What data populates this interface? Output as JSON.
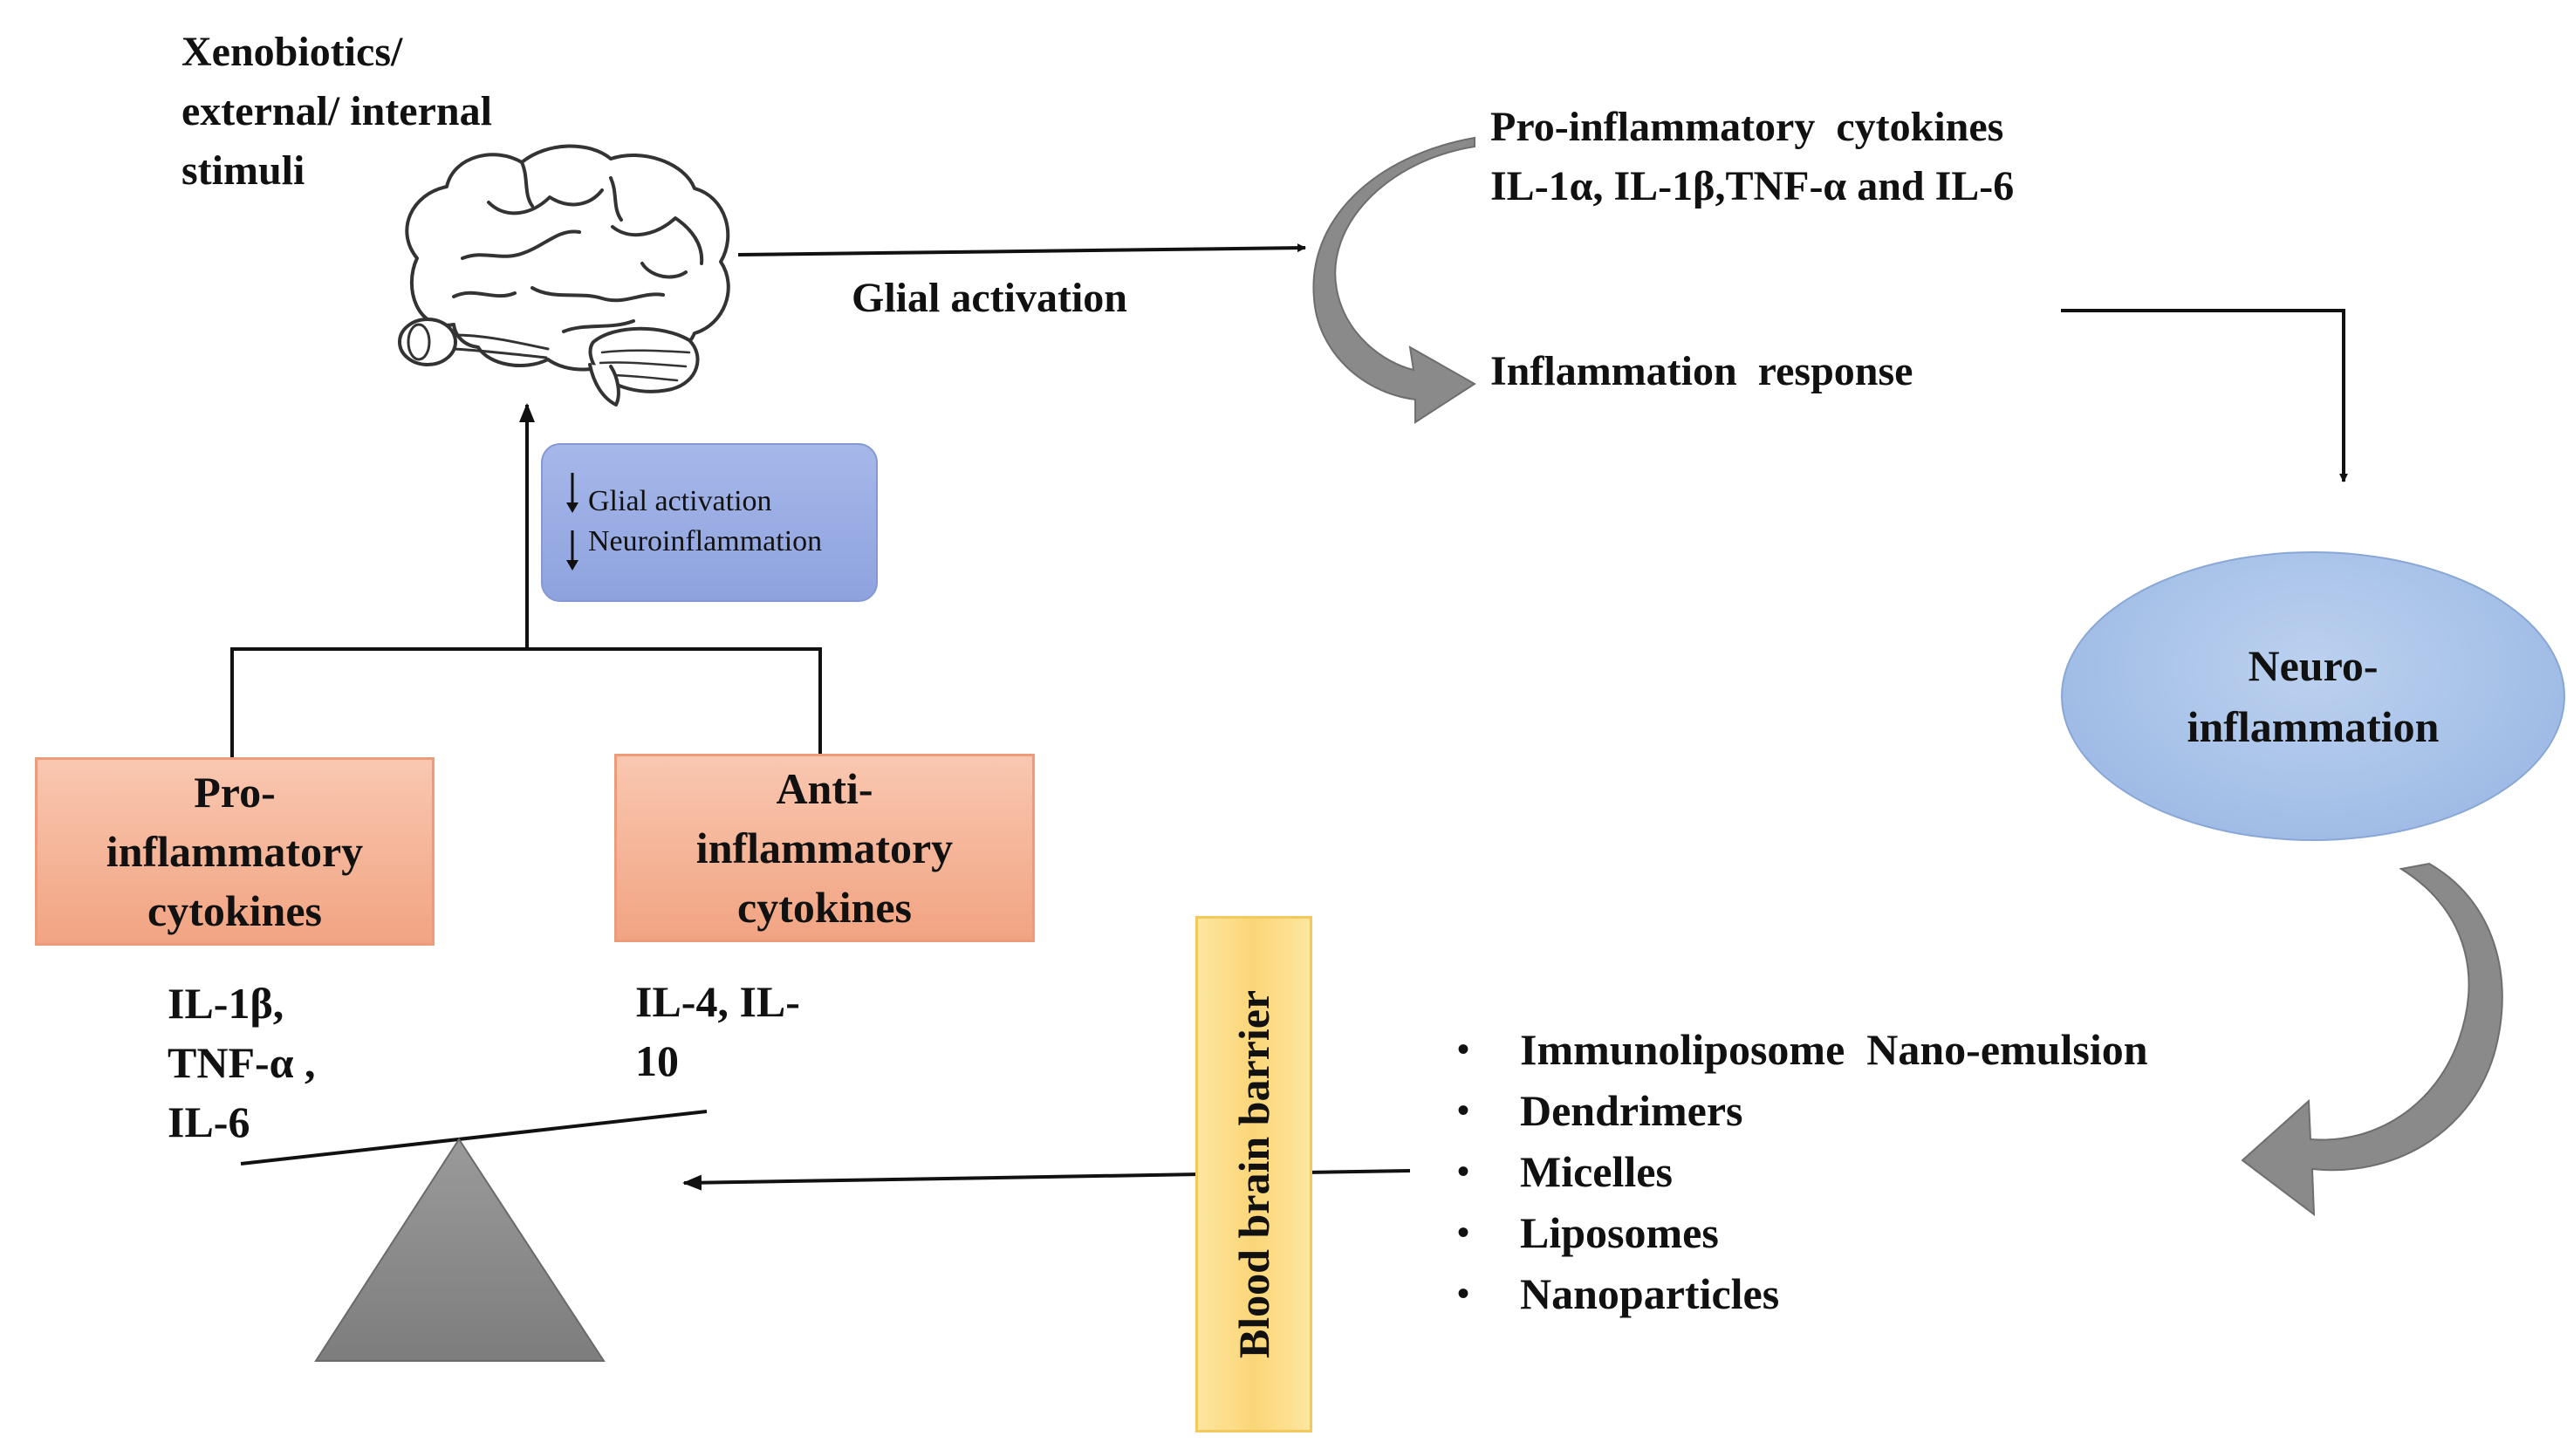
{
  "stimuli": {
    "lines": [
      "Xenobiotics/",
      "external/ internal",
      "stimuli"
    ]
  },
  "glial_activation_label": "Glial activation",
  "pro_cytokines_top": {
    "line1": "Pro-inflammatory  cytokines",
    "line2": "IL-1α, IL-1β,TNF-α and IL-6"
  },
  "inflammation_response": "Inflammation  response",
  "neuroinflammation": {
    "line1": "Neuro-",
    "line2": "inflammation"
  },
  "regulation_box": {
    "lines": [
      "Glial activation",
      "Neuroinflammation"
    ]
  },
  "pro_box": {
    "lines": [
      "Pro-",
      "inflammatory",
      "cytokines"
    ],
    "examples": [
      "IL-1β,",
      "TNF-α ,",
      "IL-6"
    ]
  },
  "anti_box": {
    "lines": [
      "Anti-",
      "inflammatory",
      "cytokines"
    ],
    "examples": [
      "IL-4, IL-",
      "10"
    ]
  },
  "blood_brain_barrier": "Blood brain barrier",
  "carriers": [
    "Immunoliposome  Nano-emulsion",
    "Dendrimers",
    "Micelles",
    "Liposomes",
    "Nanoparticles"
  ],
  "colors": {
    "cytokine_box": "#f5b394",
    "regulation_box": "#97a9e1",
    "neuro_ellipse": "#a7c2e9",
    "bbb_bar": "#fcd97e",
    "scale_triangle": "#8c8c8c",
    "curved_arrow": "#8a8a8a"
  }
}
